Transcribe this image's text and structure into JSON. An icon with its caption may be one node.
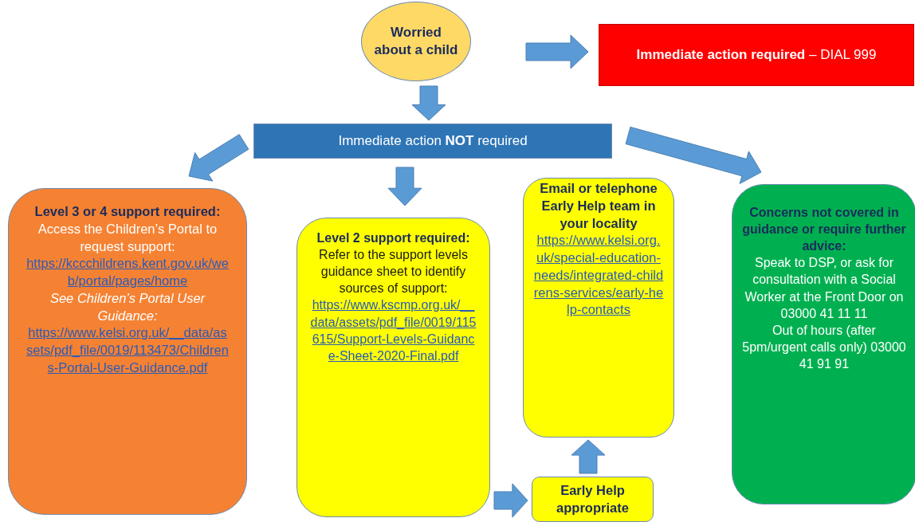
{
  "diagram": {
    "nodes": [
      {
        "text": [
          "Worried about a child"
        ]
      },
      {
        "text": [
          "**Immediate action required** – DIAL 999"
        ]
      },
      {
        "text": [
          "Immediate action **NOT** required"
        ]
      },
      {
        "text": [
          "Level 3 or 4 support required:",
          "Access the Children’s Portal to request support:",
          "https://kccchildrens.kent.gov.uk/web/portal/pages/home",
          "See Children’s Portal User Guidance:",
          "https://www.kelsi.org.uk/__data/assets/pdf_file/0019/113473/Childrens-Portal-User-Guidance.pdf"
        ]
      },
      {
        "text": [
          "Level 2 support required:",
          "Refer to the support levels guidance sheet to identify sources of support:",
          "https://www.kscmp.org.uk/__data/assets/pdf_file/0019/115615/Support-Levels-Guidance-Sheet-2020-Final.pdf"
        ]
      },
      {
        "text": [
          "Email or telephone Early Help team in your locality",
          "https://www.kelsi.org.uk/special-education-needs/integrated-childrens-services/early-help-contacts"
        ]
      },
      {
        "text": [
          "Early Help appropriate"
        ]
      },
      {
        "text": [
          "Concerns not covered in guidance or require further advice:",
          "Speak to DSP, or ask for consultation with a Social Worker at the Front Door on 03000 41 11 11",
          "Out of hours (after 5pm/urgent calls only) 03000 41 91 91"
        ]
      }
    ],
    "edges": [
      {
        "from": 0,
        "to": 1,
        "arrow": "to"
      },
      {
        "from": 0,
        "to": 2,
        "arrow": "to"
      },
      {
        "from": 2,
        "to": 3,
        "arrow": "to"
      },
      {
        "from": 2,
        "to": 4,
        "arrow": "to"
      },
      {
        "from": 2,
        "to": 7,
        "arrow": "to"
      },
      {
        "from": 4,
        "to": 6,
        "arrow": "to"
      },
      {
        "from": 6,
        "to": 5,
        "arrow": "to"
      }
    ]
  }
}
